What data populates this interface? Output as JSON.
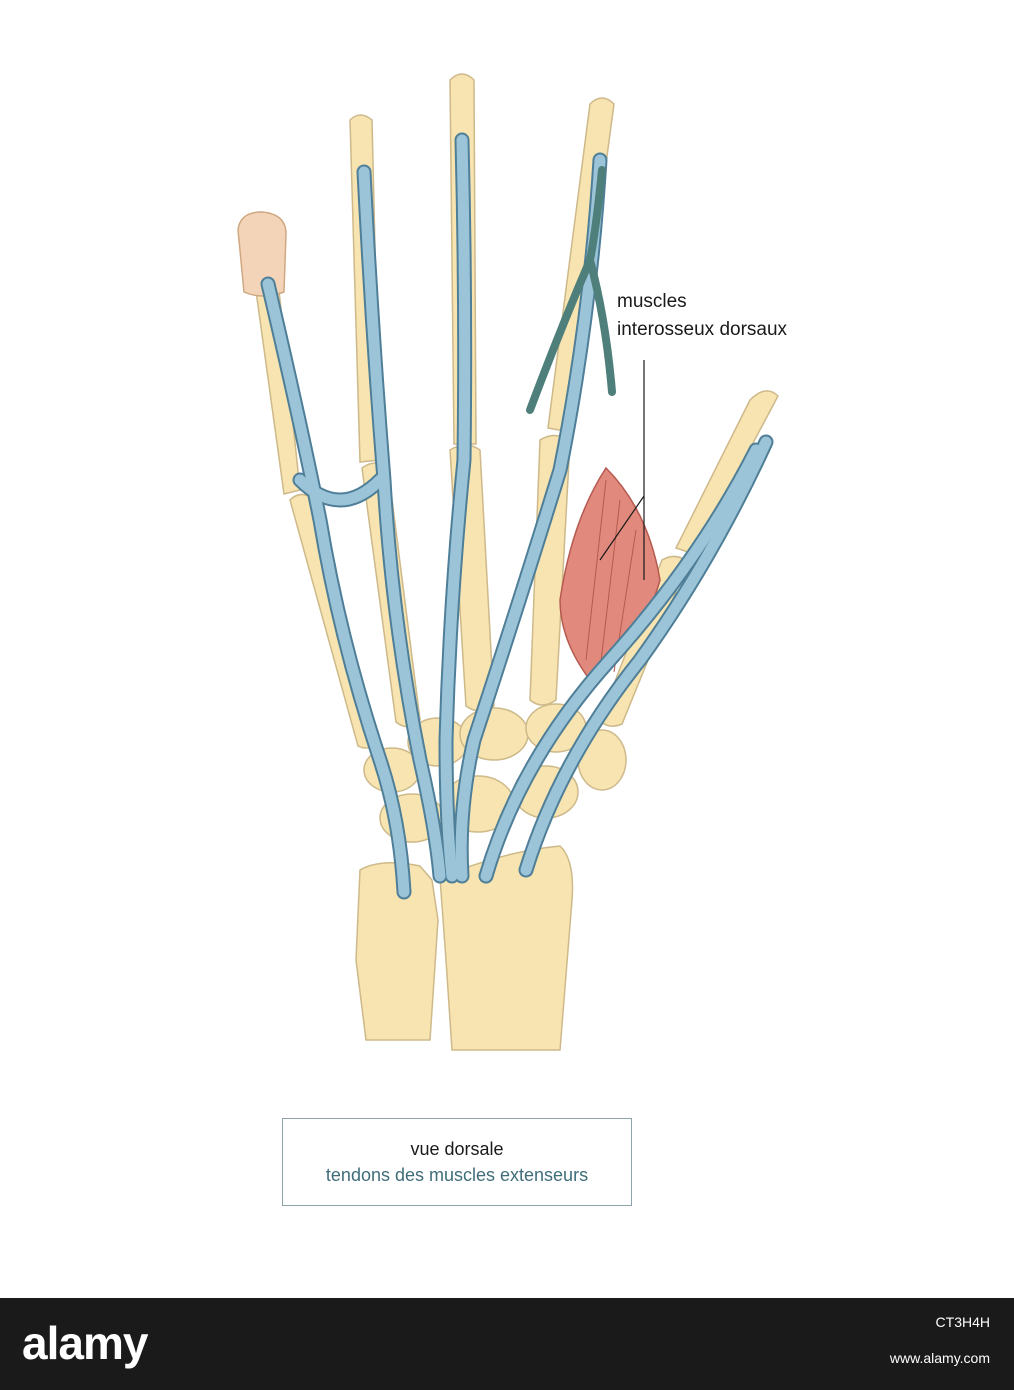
{
  "callout": {
    "line1": "muscles",
    "line2": "interosseux dorsaux"
  },
  "caption": {
    "line1": "vue dorsale",
    "line2": "tendons des muscles extenseurs"
  },
  "footer": {
    "logo": "alamy",
    "image_id": "CT3H4H",
    "url": "www.alamy.com"
  },
  "colors": {
    "bone": "#f7e4b0",
    "bone_outline": "#cdb98a",
    "tendon": "#9cc4d8",
    "tendon_outline": "#4f7f98",
    "tendon_dark": "#4f7f7a",
    "muscle": "#e2897d",
    "nail": "#f4d4b8",
    "caption_accent": "#3f6d7a"
  }
}
